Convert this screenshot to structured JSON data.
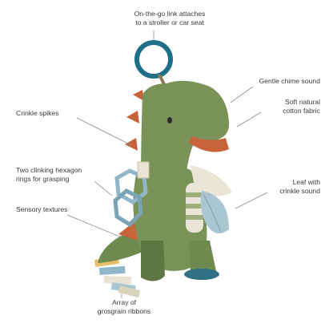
{
  "product_photo": {
    "icon": "dinosaur-plush-toy",
    "colors": {
      "body": "#7a9257",
      "body_shadow": "#5e7642",
      "spikes": "#c8643c",
      "link_ring": "#1f6f88",
      "hexagon_ring": "#8fb7c9",
      "leaf": "#a9c6d2",
      "stripes": "#e9e6d8"
    }
  },
  "callouts": {
    "link": {
      "line1": "On-the-go link attaches",
      "line2": "to a stroller or car seat"
    },
    "chime": {
      "line1": "Gentle chime sound"
    },
    "fabric": {
      "line1": "Soft natural",
      "line2": "cotton fabric"
    },
    "spikes": {
      "line1": "Crinkle spikes"
    },
    "rings": {
      "line1": "Two clinking hexagon",
      "line2": "rings for grasping"
    },
    "leaf": {
      "line1": "Leaf with",
      "line2": "crinkle sound"
    },
    "textures": {
      "line1": "Sensory textures"
    },
    "ribbons": {
      "line1": "Array of",
      "line2": "grosgrain ribbons"
    }
  }
}
